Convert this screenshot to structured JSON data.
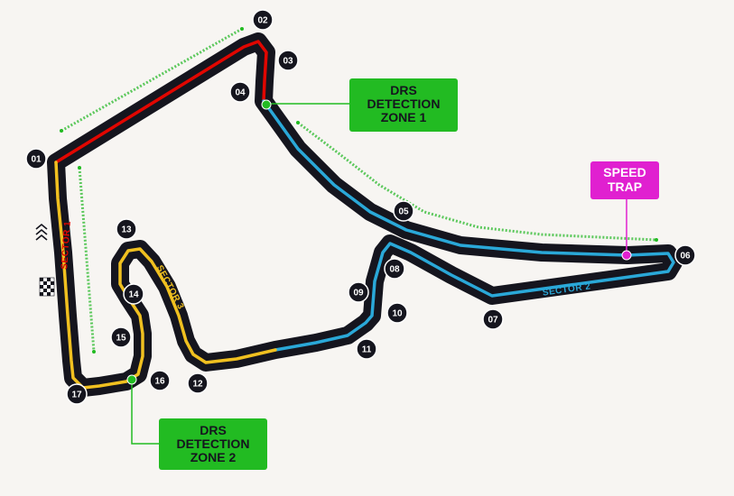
{
  "colors": {
    "background": "#f7f5f2",
    "track_outline": "#15151e",
    "sector_1": "#e10600",
    "sector_2": "#2aa8d8",
    "sector_3": "#f0c020",
    "drs_zone": "#5cc85c",
    "drs_box": "#22bb22",
    "speed_trap_box": "#e020d0",
    "corner_marker": "#15151e"
  },
  "icons": {
    "start_finish": "checkered-flag-icon",
    "direction": "direction-chevrons-icon"
  },
  "sectors": [
    {
      "id": "sector-1",
      "label": "SECTOR 1"
    },
    {
      "id": "sector-2",
      "label": "SECTOR 2"
    },
    {
      "id": "sector-3",
      "label": "SECTOR 3"
    }
  ],
  "corners": [
    "01",
    "02",
    "03",
    "04",
    "05",
    "06",
    "07",
    "08",
    "09",
    "10",
    "11",
    "12",
    "13",
    "14",
    "15",
    "16",
    "17"
  ],
  "annotations": {
    "drs_detection_1": [
      "DRS",
      "DETECTION",
      "ZONE 1"
    ],
    "drs_detection_2": [
      "DRS",
      "DETECTION",
      "ZONE 2"
    ],
    "speed_trap": [
      "SPEED",
      "TRAP"
    ]
  }
}
